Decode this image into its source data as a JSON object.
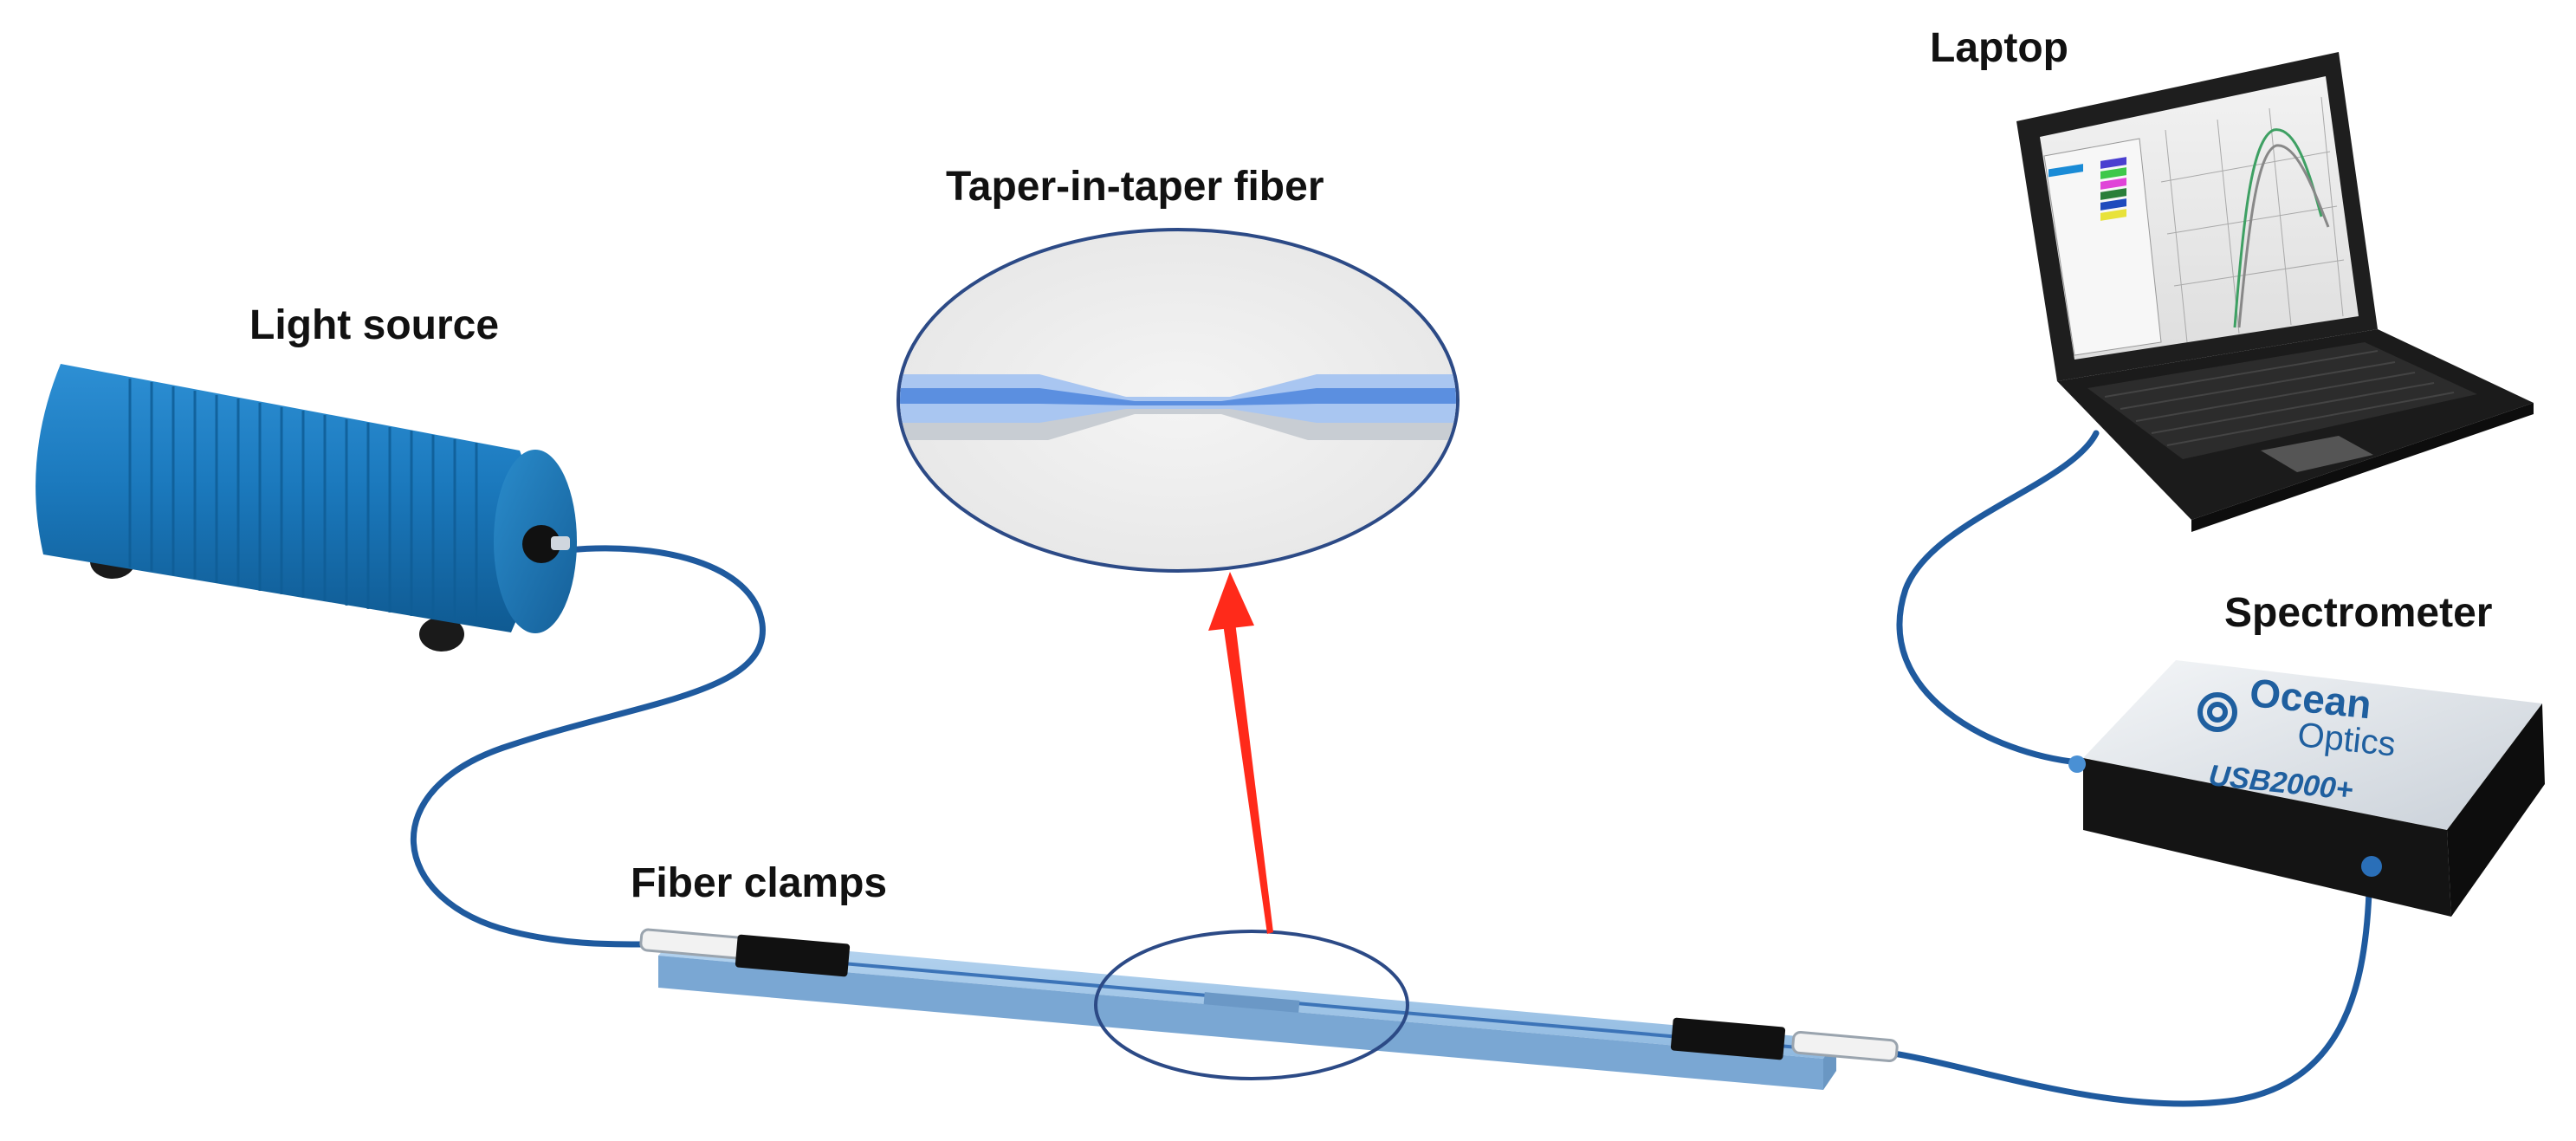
{
  "labels": {
    "light_source": "Light source",
    "taper_fiber": "Taper-in-taper fiber",
    "laptop": "Laptop",
    "spectrometer": "Spectrometer",
    "fiber_clamps": "Fiber clamps"
  },
  "spectrometer_device": {
    "brand_line1": "Ocean",
    "brand_line2": "Optics",
    "model": "USB2000+"
  },
  "colors": {
    "light_source_body": "#1e78b8",
    "fiber_cable": "#1f5a9e",
    "stage_plate": "#9cc3e6",
    "arrow": "#ff2a1a",
    "zoom_circle": "#2c4a86",
    "fiber_core": "#5b8fe0",
    "laptop_body": "#1e1e1e",
    "spectrometer_top": "#dde3ea"
  }
}
